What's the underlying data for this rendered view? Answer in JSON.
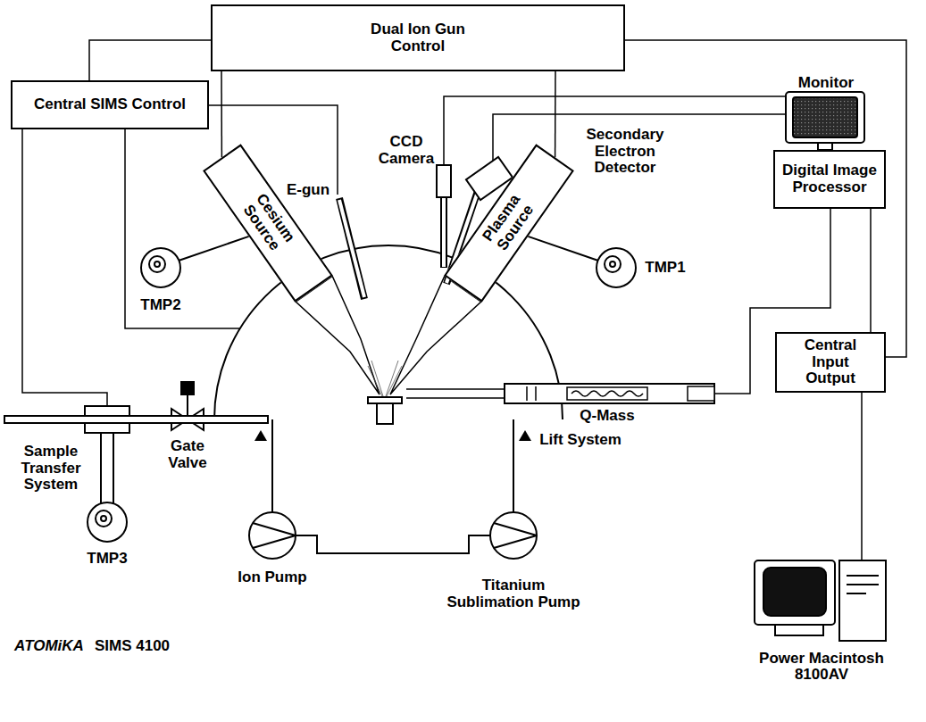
{
  "diagram": {
    "nodes": [
      {
        "text": [
          "Dual Ion Gun Control"
        ]
      },
      {
        "text": [
          "Central SIMS Control"
        ]
      },
      {
        "text": [
          "Monitor"
        ]
      },
      {
        "text": [
          "Digital Image Processor"
        ]
      },
      {
        "text": [
          "Central Input Output"
        ]
      },
      {
        "text": [
          "Power Macintosh 8100AV"
        ]
      },
      {
        "text": [
          "Cesium Source"
        ]
      },
      {
        "text": [
          "Plasma Source"
        ]
      }
    ],
    "edges": [
      {
        "from": 0,
        "to": 1,
        "arrow": "none"
      },
      {
        "from": 0,
        "to": 6,
        "arrow": "none"
      },
      {
        "from": 0,
        "to": 7,
        "arrow": "none"
      },
      {
        "from": 0,
        "to": 4,
        "arrow": "none"
      },
      {
        "from": 3,
        "to": 4,
        "arrow": "none"
      },
      {
        "from": 4,
        "to": 5,
        "arrow": "none"
      }
    ],
    "labels": [
      "E-gun",
      "CCD Camera",
      "Secondary Electron Detector",
      "TMP2",
      "TMP1",
      "Sample Transfer System",
      "Gate Valve",
      "TMP3",
      "Ion Pump",
      "Titanium Sublimation Pump",
      "Q-Mass",
      "Lift System",
      "ATOMiKA",
      "SIMS 4100"
    ]
  }
}
